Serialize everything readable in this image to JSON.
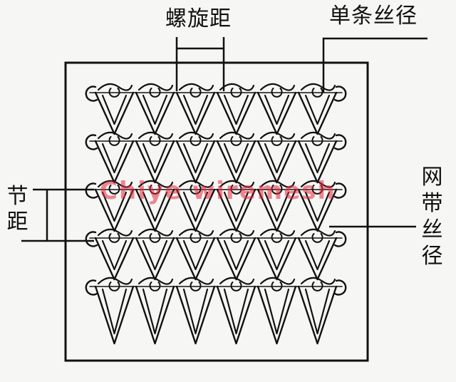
{
  "labels": {
    "spiral_pitch": "螺旋距",
    "single_wire_diameter": "单条丝径",
    "pitch": "节距",
    "belt_wire_diameter": "网带丝径"
  },
  "watermark": "Chiye  wiremesh",
  "colors": {
    "background": "#f6f6f4",
    "ink": "#111111",
    "watermark": "#e6283c"
  },
  "mesh": {
    "columns": 6,
    "rows": 5
  }
}
